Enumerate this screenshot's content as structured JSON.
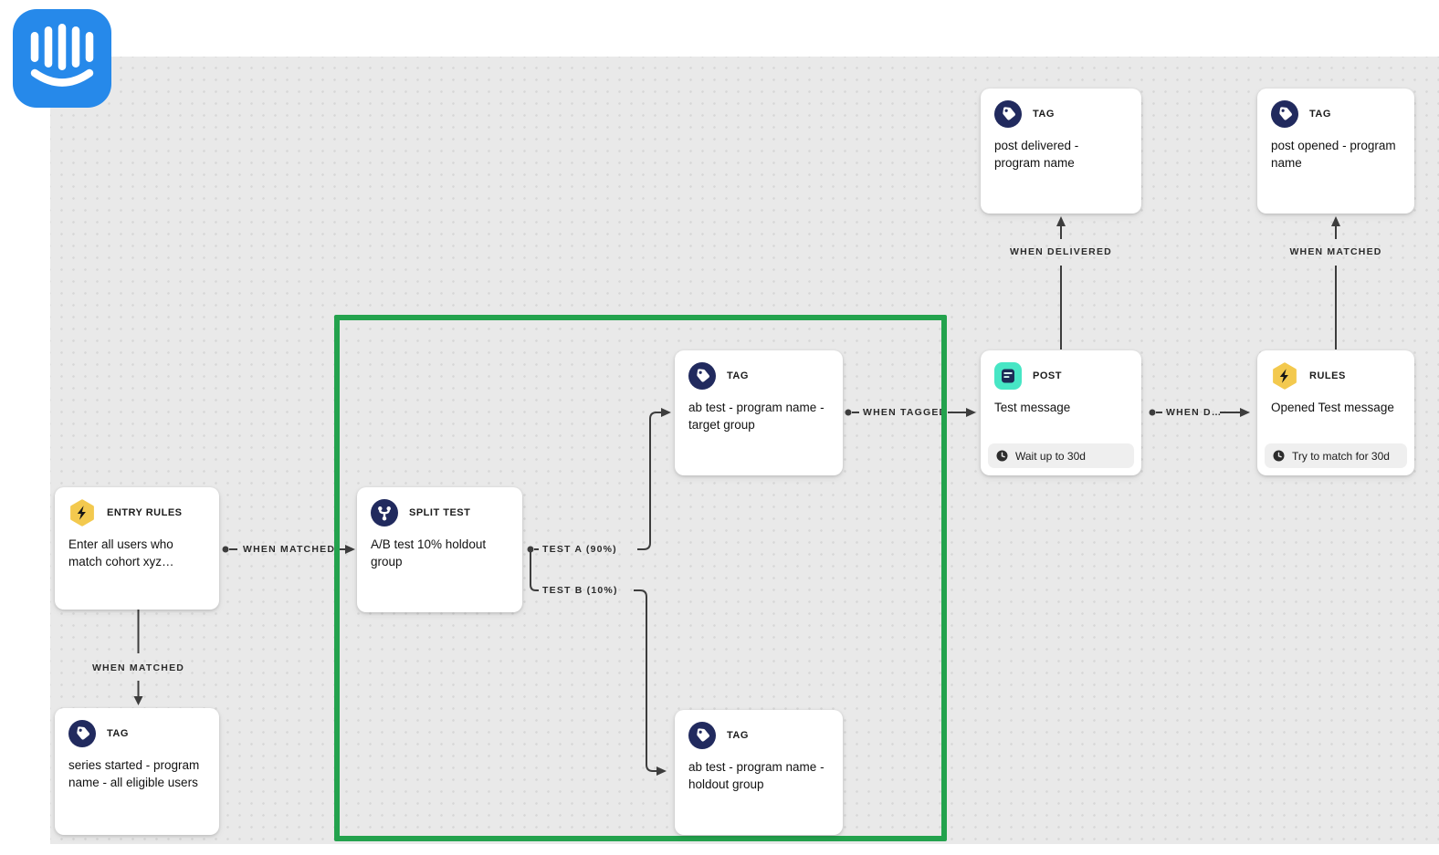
{
  "brand": {
    "name": "Intercom",
    "logo_color": "#2689ea"
  },
  "colors": {
    "canvas_bg": "#e9e9e9",
    "highlight_green": "#23a24d",
    "navy": "#212a5e",
    "yellow": "#f3c94e",
    "teal": "#47e6c5",
    "edge": "#3d3d3d"
  },
  "nodes": [
    {
      "type": "ENTRY RULES",
      "icon": "rules-hexagon",
      "body": "Enter all users who match cohort xyz…"
    },
    {
      "type": "TAG",
      "icon": "tag",
      "body": "series started - program name - all eligible users"
    },
    {
      "type": "SPLIT TEST",
      "icon": "split",
      "body": "A/B test 10% holdout group"
    },
    {
      "type": "TAG",
      "icon": "tag",
      "body": "ab test - program name - target group"
    },
    {
      "type": "TAG",
      "icon": "tag",
      "body": "ab test - program name - holdout group"
    },
    {
      "type": "POST",
      "icon": "post",
      "body": "Test message",
      "footer": "Wait up to 30d"
    },
    {
      "type": "RULES",
      "icon": "rules-hexagon",
      "body": "Opened Test message",
      "footer": "Try to match for 30d"
    },
    {
      "type": "TAG",
      "icon": "tag",
      "body": "post delivered - program name"
    },
    {
      "type": "TAG",
      "icon": "tag",
      "body": "post opened - program name"
    }
  ],
  "edges": [
    {
      "label": "WHEN MATCHED"
    },
    {
      "label": "WHEN MATCHED"
    },
    {
      "label": "TEST A (90%)"
    },
    {
      "label": "TEST B (10%)"
    },
    {
      "label": "WHEN TAGGED"
    },
    {
      "label": "WHEN D…"
    },
    {
      "label": "WHEN DELIVERED"
    },
    {
      "label": "WHEN MATCHED"
    }
  ]
}
